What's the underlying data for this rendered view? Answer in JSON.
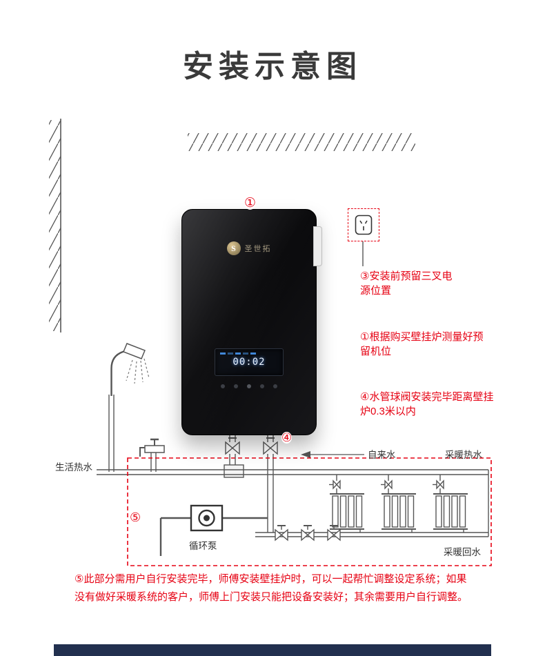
{
  "title": "安装示意图",
  "boiler": {
    "brand": "圣世拓",
    "display_time": "00:02"
  },
  "markers": {
    "top": "①",
    "valve": "④",
    "pump_area": "⑤"
  },
  "notes": {
    "outlet": {
      "line1": "③安装前预留三叉电",
      "line2": "源位置"
    },
    "position": {
      "line1": "①根据购买壁挂炉测量好预",
      "line2": "留机位"
    },
    "valve": {
      "line1": "④水管球阀安装完毕距离壁挂",
      "line2": "炉0.3米以内"
    }
  },
  "labels": {
    "tap_water": "自来水",
    "heating_supply": "采暖热水",
    "domestic_hot_water": "生活热水",
    "circulation_pump": "循环泵",
    "heating_return": "采暖回水"
  },
  "footnote": {
    "line1": "⑤此部分需用户自行安装完毕，师傅安装壁挂炉时，可以一起帮忙调整设定系统；如果",
    "line2": "没有做好采暖系统的客户，师傅上门安装只能把设备安装好；其余需要用户自行调整。"
  },
  "colors": {
    "accent_red": "#e60012",
    "pipe_gray": "#555555",
    "footer_navy": "#22304f"
  }
}
